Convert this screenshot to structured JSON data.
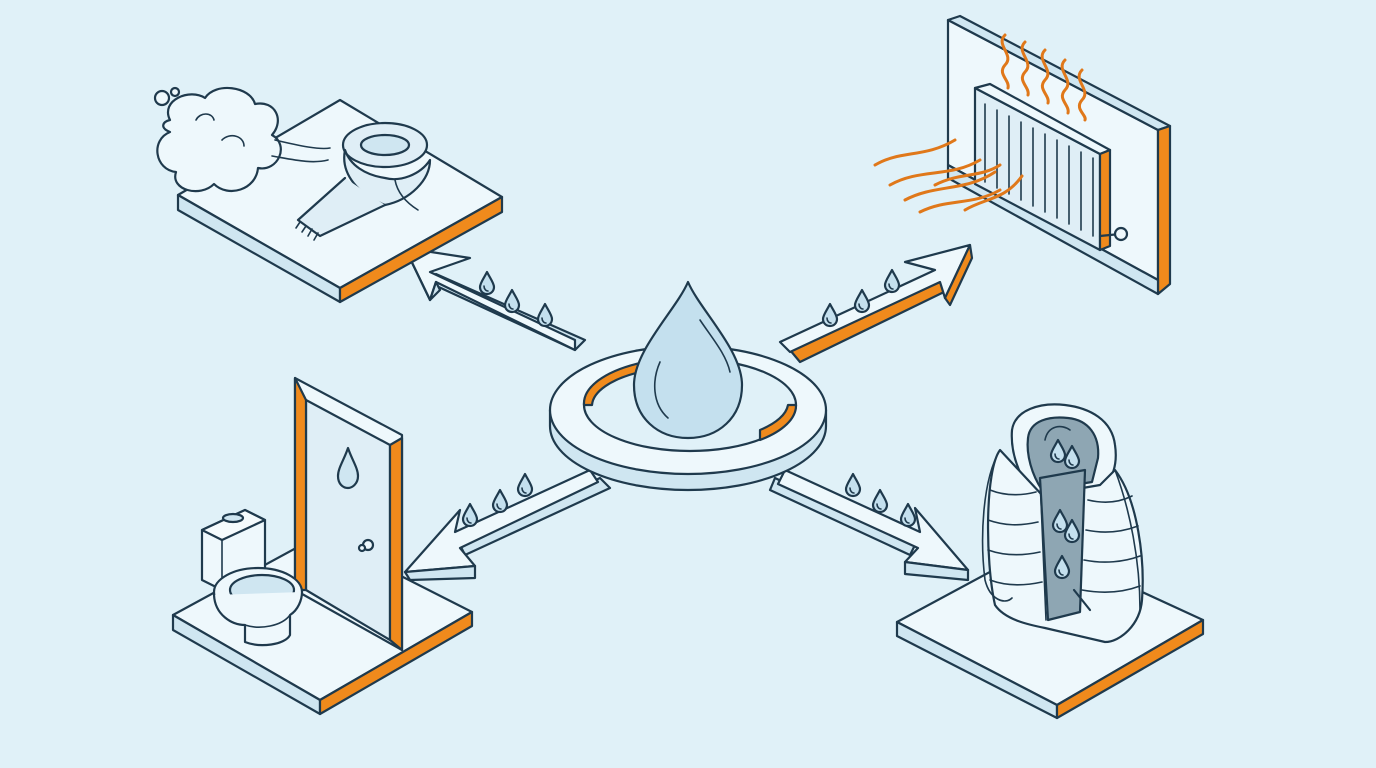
{
  "colors": {
    "background": "#e0f1f8",
    "outline": "#1f3a4d",
    "surface_top": "#eef8fc",
    "surface_side": "#cfe6f1",
    "accent": "#f08a1c",
    "drop": "#c4e0ee"
  },
  "icons": {
    "center": "water-drop-icon",
    "top_left": "breath-cloud-and-scarf-icon",
    "top_right": "radiator-heat-icon",
    "bottom_left": "bathroom-toilet-door-icon",
    "bottom_right": "damp-puffer-jacket-icon",
    "arrow_droplet": "droplet-icon"
  },
  "arrows": {
    "top_left": {
      "direction": "up-left",
      "droplets": 3
    },
    "top_right": {
      "direction": "up-right",
      "droplets": 3
    },
    "bottom_left": {
      "direction": "down-left",
      "droplets": 3
    },
    "bottom_right": {
      "direction": "down-right",
      "droplets": 3
    }
  }
}
